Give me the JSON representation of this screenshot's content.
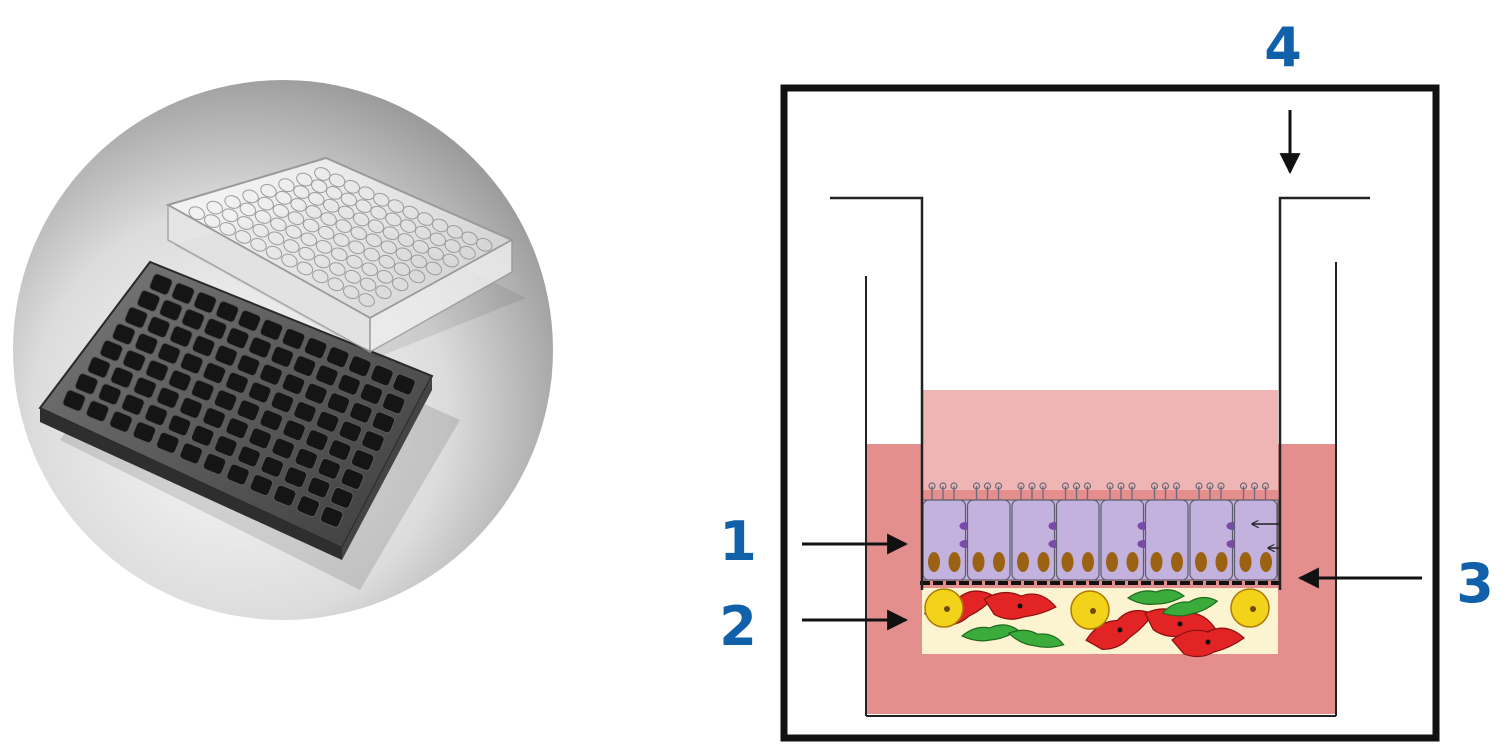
{
  "labels": {
    "one": "1",
    "two": "2",
    "three": "3",
    "four": "4"
  },
  "colors": {
    "label_blue": "#1060aa",
    "outer_medium": "#e48e8e",
    "insert_medium": "#efb5b5",
    "epithelial_cell": "#c3b1de",
    "matrix_layer": "#fcf3d0",
    "nucleus": "#9a6212",
    "fibroblast": "#e22424",
    "green_cell": "#3bab3b",
    "yellow_cell": "#f3d21a"
  },
  "photo": {
    "icon": "96-well-microplate-with-lid-photo"
  }
}
